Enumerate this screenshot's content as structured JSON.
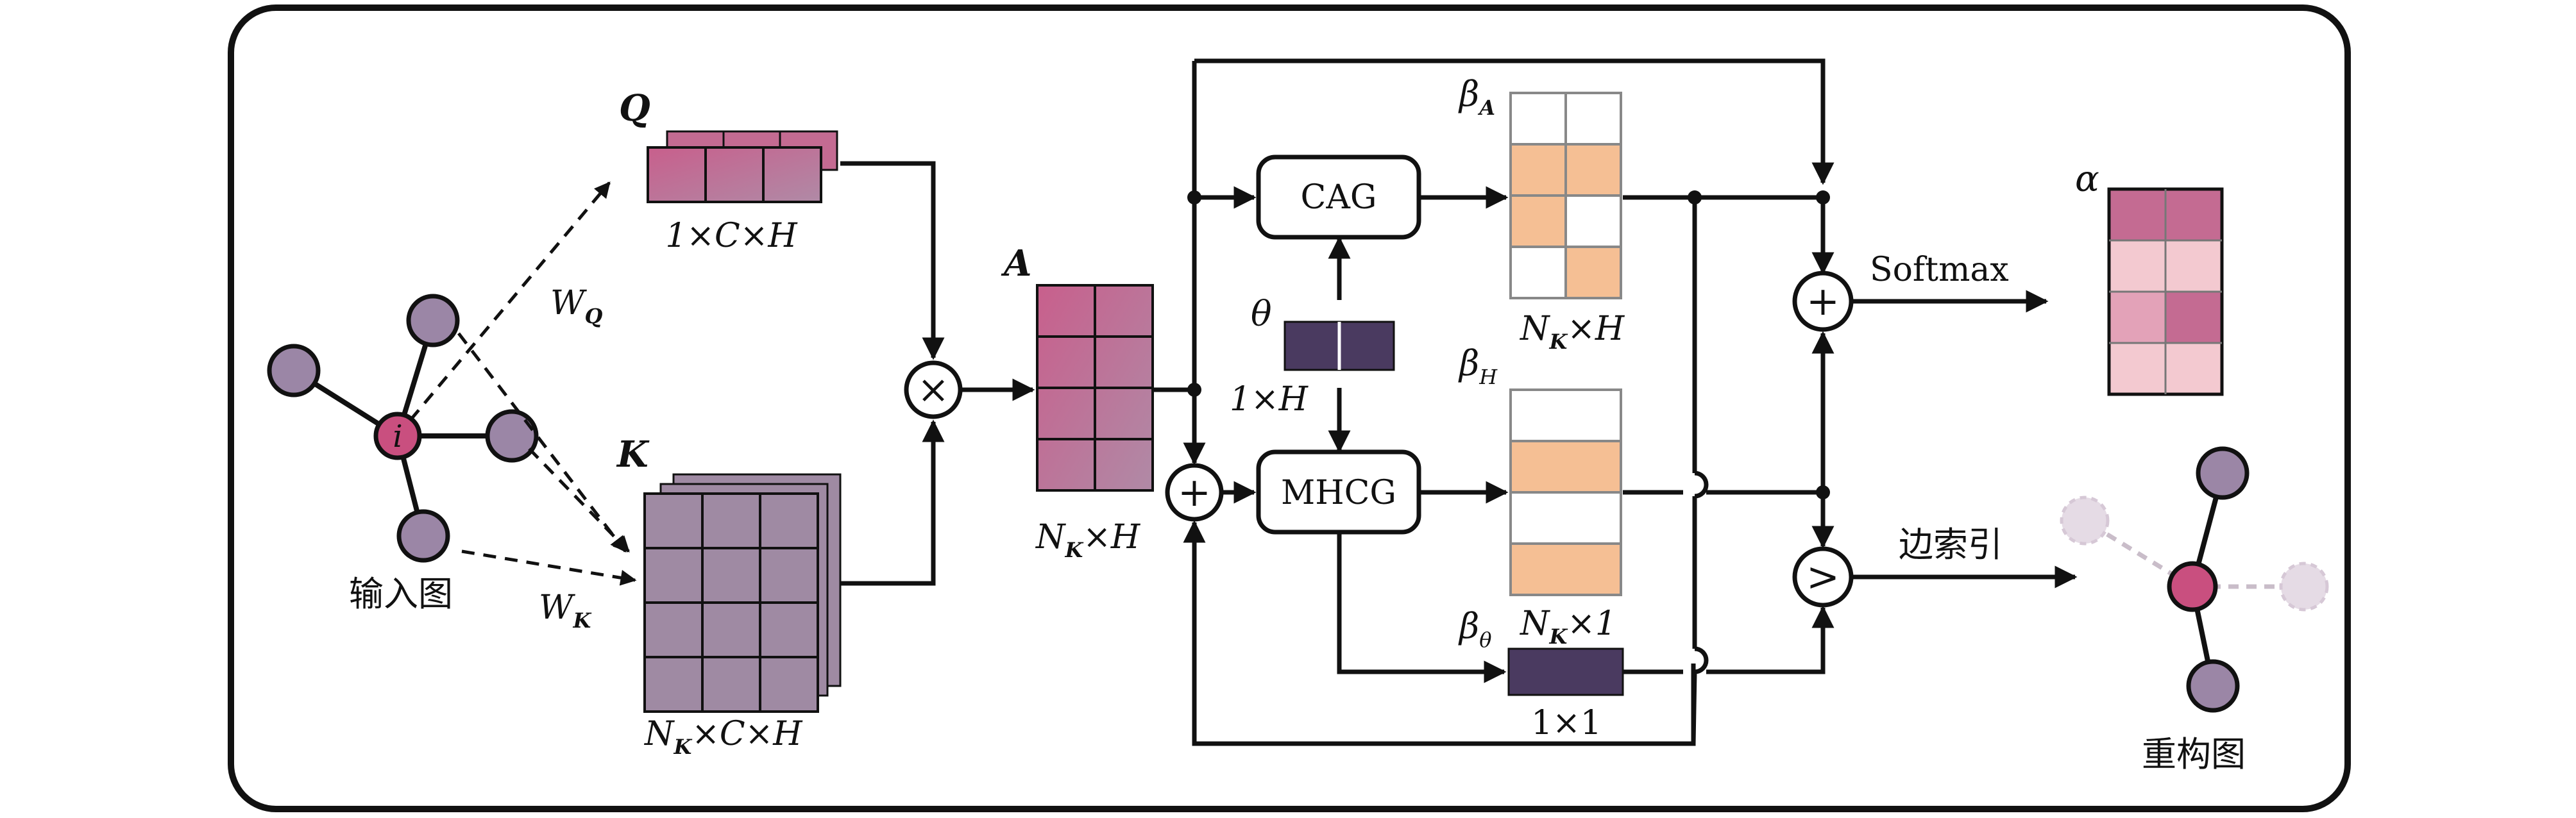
{
  "colors": {
    "node_purple": "#9b86a6",
    "node_pink": "#c94f7f",
    "cell_pink": "#c46b92",
    "cell_purple": "#9f8aa3",
    "cell_peach": "#f5bf94",
    "cell_dark": "#4a3a60",
    "alpha_dark": "#c46b92",
    "alpha_light": "#f3c9d0",
    "ghost": "#e5dbe5",
    "stroke": "#111111"
  },
  "labels": {
    "q": "Q",
    "w_q_main": "W",
    "w_q_sub": "Q",
    "dim_q": "1×C×H",
    "k": "K",
    "w_k_main": "W",
    "w_k_sub": "K",
    "dim_k_main": "N",
    "dim_k_sub": "K",
    "dim_k_rest": "×C×H",
    "input_graph": "输入图",
    "node_i": "i",
    "a": "A",
    "dim_a_main": "N",
    "dim_a_sub": "K",
    "dim_a_rest": "×H",
    "multiply": "×",
    "plus": "+",
    "theta": "θ",
    "dim_theta": "1×H",
    "cag": "CAG",
    "mhcg": "MHCG",
    "beta_a_main": "β",
    "beta_a_sub": "A",
    "dim_beta_a_main": "N",
    "dim_beta_a_sub": "K",
    "dim_beta_a_rest": "×H",
    "beta_h_main": "β",
    "beta_h_sub": "H",
    "dim_beta_h_main": "N",
    "dim_beta_h_sub": "K",
    "dim_beta_h_rest": "×1",
    "beta_theta_main": "β",
    "beta_theta_sub": "θ",
    "dim_beta_theta": "1×1",
    "softmax": "Softmax",
    "alpha": "α",
    "compare": ">",
    "edge_index": "边索引",
    "reconstructed_graph": "重构图"
  }
}
